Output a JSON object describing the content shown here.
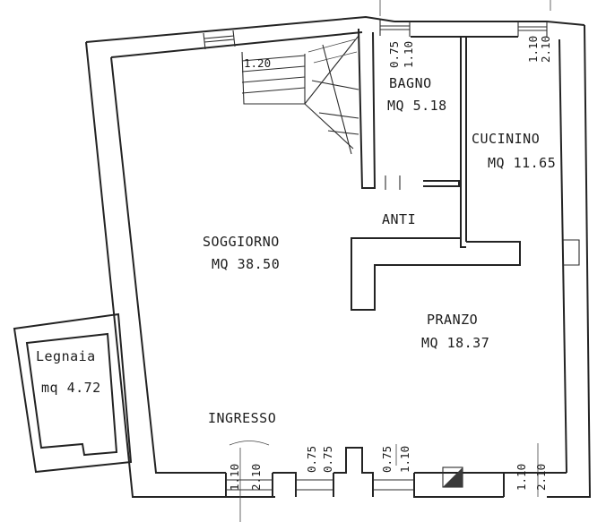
{
  "rooms": {
    "soggiorno": {
      "name": "SOGGIORNO",
      "area": "MQ 38.50"
    },
    "bagno": {
      "name": "BAGNO",
      "area": "MQ 5.18"
    },
    "cucinino": {
      "name": "CUCININO",
      "area": "MQ 11.65"
    },
    "anti": {
      "name": "ANTI"
    },
    "pranzo": {
      "name": "PRANZO",
      "area": "MQ 18.37"
    },
    "legnaia": {
      "name": "Legnaia",
      "area": "mq 4.72"
    },
    "ingresso": {
      "name": "INGRESSO"
    }
  },
  "dimensions": {
    "stair_width": "1.20",
    "bagno_window_sill": "0.75",
    "bagno_window_height": "1.10",
    "cucinino_window_sill": "1.10",
    "cucinino_window_height": "2.10",
    "front_left_sill": "1.10",
    "front_left_height": "2.10",
    "front_door_a": "0.75",
    "front_door_b": "0.75",
    "front_mid_sill": "0.75",
    "front_mid_height": "1.10",
    "front_right_sill": "1.10",
    "front_right_height": "2.10"
  }
}
